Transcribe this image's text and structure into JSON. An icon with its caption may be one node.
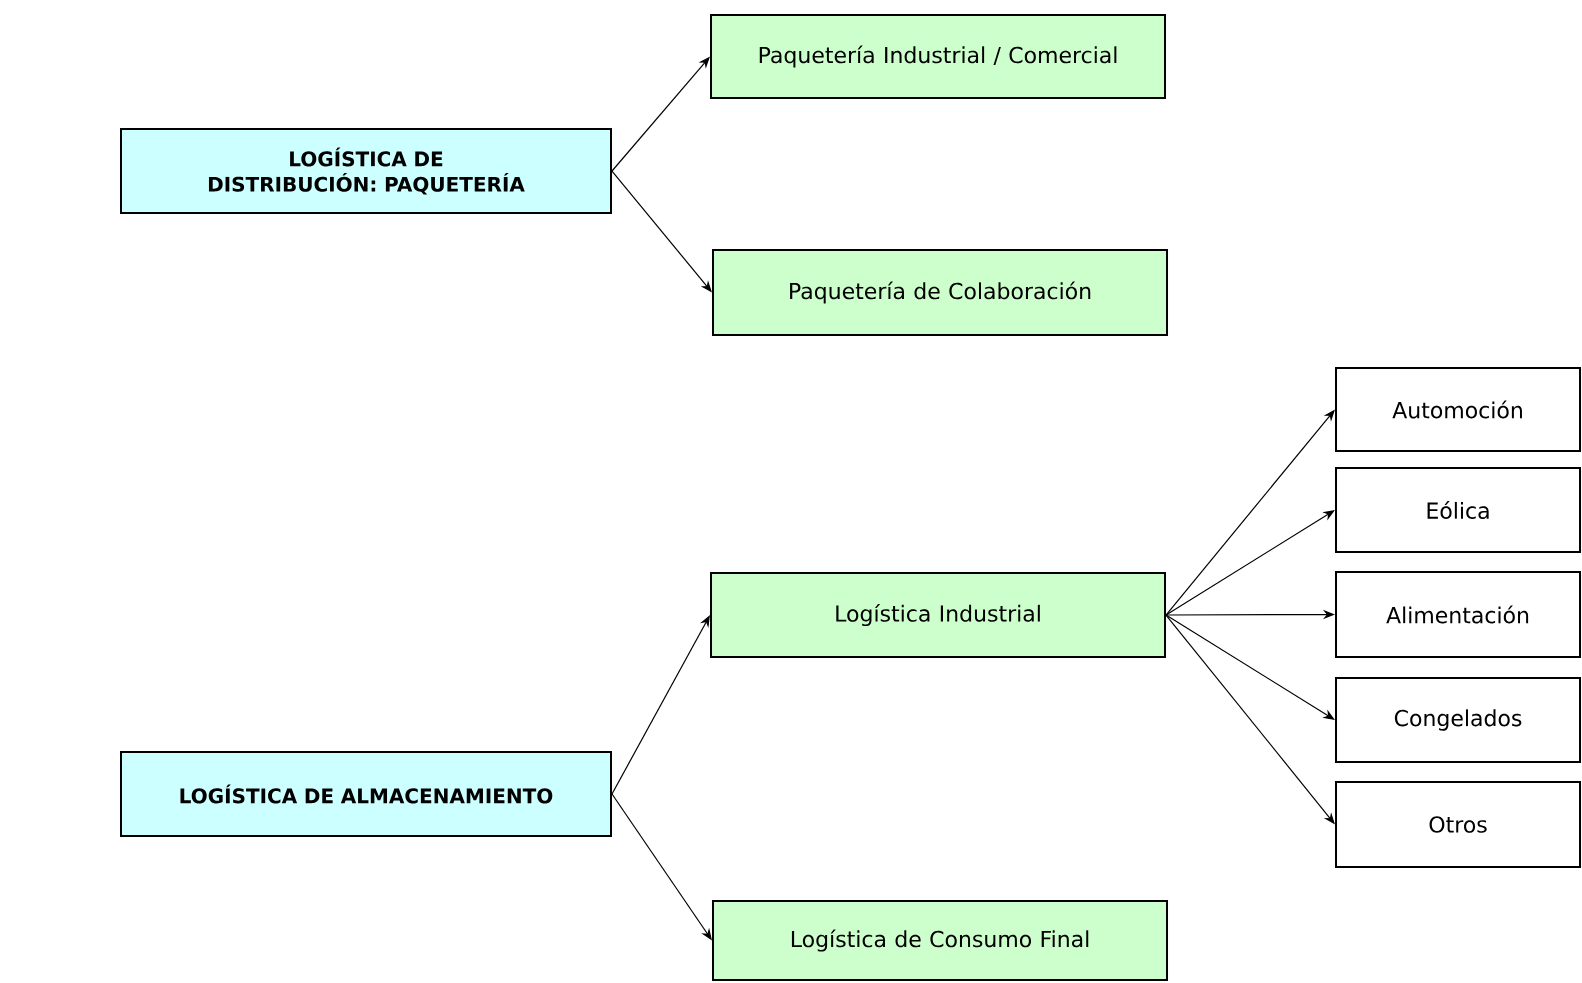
{
  "diagram": {
    "nodes": [
      {
        "text": [
          "LOGÍSTICA DE DISTRIBUCIÓN: PAQUETERÍA"
        ]
      },
      {
        "text": [
          "Paquetería Industrial / Comercial"
        ]
      },
      {
        "text": [
          "Paquetería de Colaboración"
        ]
      },
      {
        "text": [
          "LOGÍSTICA DE ALMACENAMIENTO"
        ]
      },
      {
        "text": [
          "Logística Industrial"
        ]
      },
      {
        "text": [
          "Logística de Consumo Final"
        ]
      },
      {
        "text": [
          "Automoción"
        ]
      },
      {
        "text": [
          "Eólica"
        ]
      },
      {
        "text": [
          "Alimentación"
        ]
      },
      {
        "text": [
          "Congelados"
        ]
      },
      {
        "text": [
          "Otros"
        ]
      }
    ],
    "edges": [
      {
        "from": 0,
        "to": 1,
        "arrow": "to"
      },
      {
        "from": 0,
        "to": 2,
        "arrow": "to"
      },
      {
        "from": 3,
        "to": 4,
        "arrow": "to"
      },
      {
        "from": 3,
        "to": 5,
        "arrow": "to"
      },
      {
        "from": 4,
        "to": 6,
        "arrow": "to"
      },
      {
        "from": 4,
        "to": 7,
        "arrow": "to"
      },
      {
        "from": 4,
        "to": 8,
        "arrow": "to"
      },
      {
        "from": 4,
        "to": 9,
        "arrow": "to"
      },
      {
        "from": 4,
        "to": 10,
        "arrow": "to"
      }
    ]
  }
}
